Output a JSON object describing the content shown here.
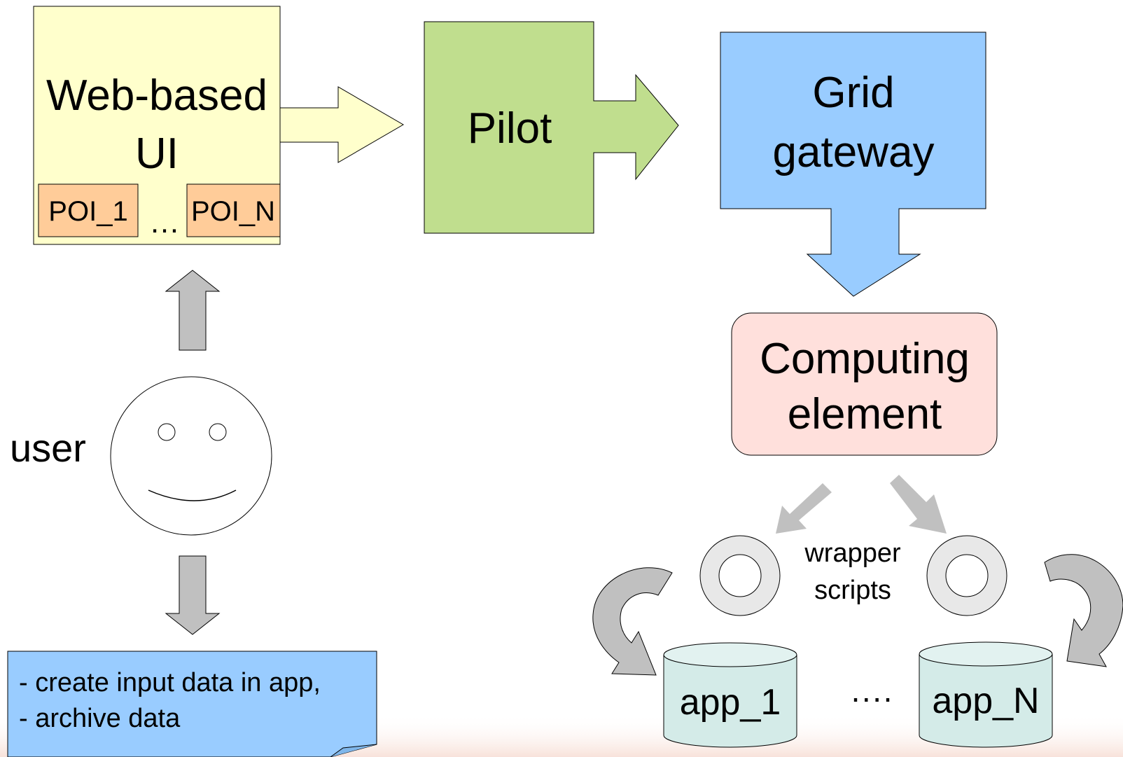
{
  "webui": {
    "line1": "Web-based",
    "line2": "UI",
    "poi_first": "POI_1",
    "poi_dots": "…",
    "poi_last": "POI_N"
  },
  "pilot": {
    "label": "Pilot"
  },
  "gateway": {
    "line1": "Grid",
    "line2": "gateway"
  },
  "computing": {
    "line1": "Computing",
    "line2": "element"
  },
  "user": {
    "label": "user"
  },
  "note": {
    "line1": "- create input data in app,",
    "line2": "- archive data"
  },
  "wrapper": {
    "line1": "wrapper",
    "line2": "scripts"
  },
  "apps": {
    "first": "app_1",
    "dots": "····",
    "last": "app_N"
  },
  "colors": {
    "webui_fill": "#ffffcc",
    "poi_fill": "#ffcc99",
    "pilot_fill": "#c0de8e",
    "gateway_fill": "#99ccff",
    "computing_fill": "#ffe0dc",
    "arrow_gray": "#c0c0c0",
    "ring_fill": "#e8e8e8",
    "db_fill": "#d4ebe8",
    "note_fill": "#99ccff",
    "footer_tint": "#f8e2da"
  },
  "icons": {
    "user": "smiley-face-icon",
    "wrapper": "ring-icon",
    "cycle": "curved-arrow-icon",
    "app": "database-cylinder-icon"
  }
}
